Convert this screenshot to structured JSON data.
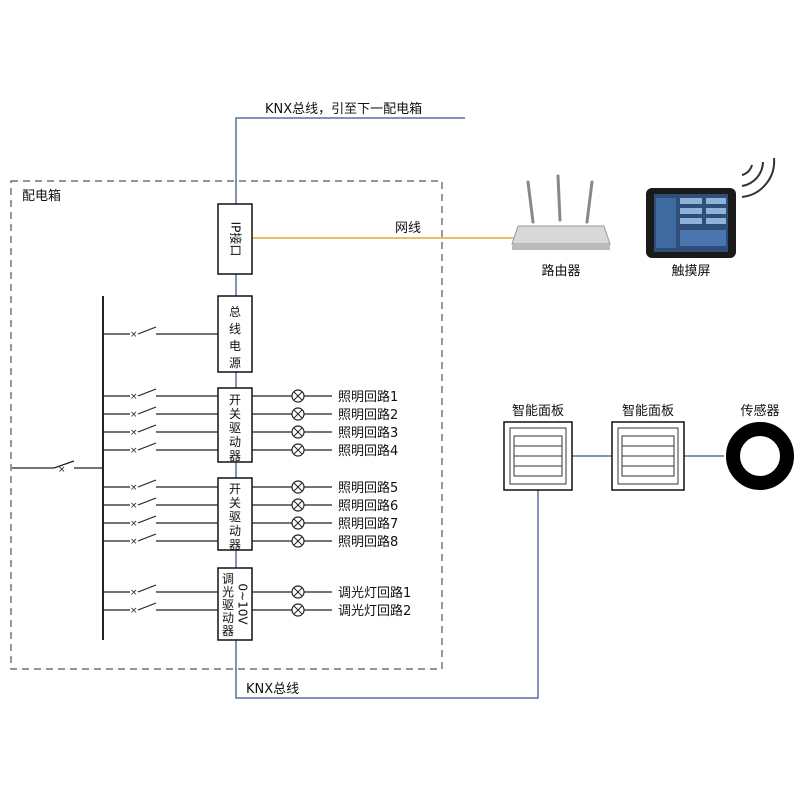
{
  "bus_top_label": "KNX总线，引至下一配电箱",
  "bus_bottom_label": "KNX总线",
  "cabinet_label": "配电箱",
  "network_cable_label": "网线",
  "router_label": "路由器",
  "touchscreen_label": "触摸屏",
  "panel1_label": "智能面板",
  "panel2_label": "智能面板",
  "sensor_label": "传感器",
  "module_ip": "IP接口",
  "module_power": "总线电源",
  "module_switch1": "开关驱动器",
  "module_switch2": "开关驱动器",
  "module_dimmer_col1": "0~10V",
  "module_dimmer_col2": "调光驱动器",
  "circuits_group1": [
    "照明回路1",
    "照明回路2",
    "照明回路3",
    "照明回路4"
  ],
  "circuits_group2": [
    "照明回路5",
    "照明回路6",
    "照明回路7",
    "照明回路8"
  ],
  "dimmer_circuits": [
    "调光灯回路1",
    "调光灯回路2"
  ],
  "colors": {
    "knx_bus": "#5a6fa0",
    "network_cable": "#e8a33a",
    "cabinet_border": "#555555",
    "line": "#222222"
  }
}
